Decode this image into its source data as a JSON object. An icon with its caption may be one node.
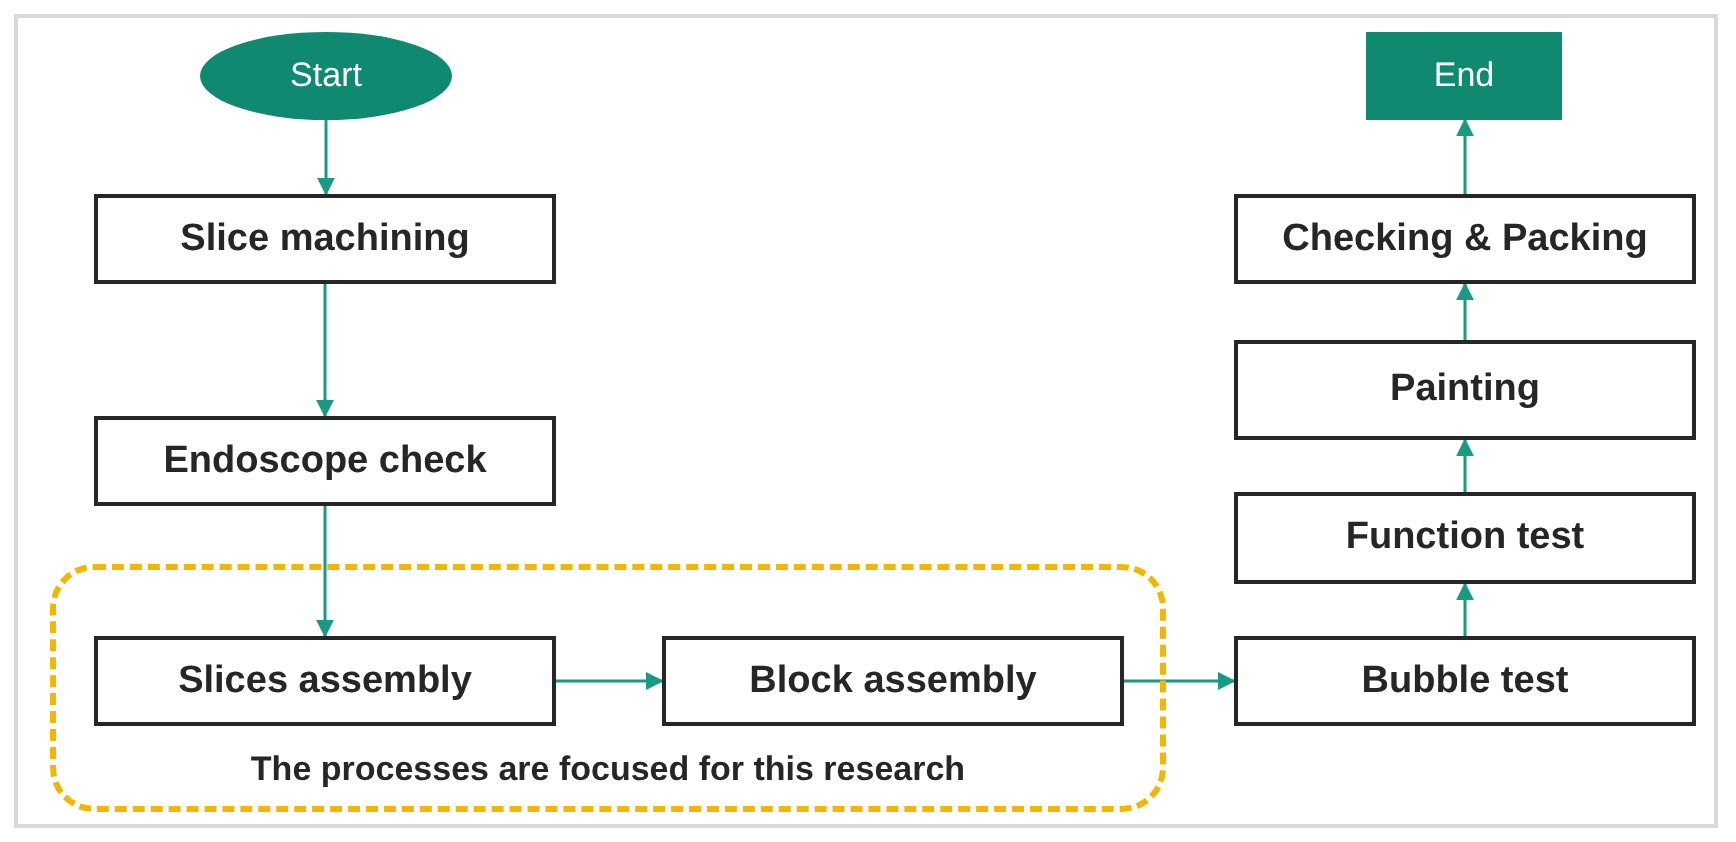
{
  "diagram": {
    "nodes": [
      {
        "text": [
          "Start"
        ]
      },
      {
        "text": [
          "Slice machining"
        ]
      },
      {
        "text": [
          "Endoscope check"
        ]
      },
      {
        "text": [
          "The processes are focused for this research"
        ]
      },
      {
        "text": [
          "Slices assembly"
        ],
        "in": 3
      },
      {
        "text": [
          "Block assembly"
        ],
        "in": 3
      },
      {
        "text": [
          "Bubble test"
        ]
      },
      {
        "text": [
          "Function test"
        ]
      },
      {
        "text": [
          "Painting"
        ]
      },
      {
        "text": [
          "Checking & Packing"
        ]
      },
      {
        "text": [
          "End"
        ]
      }
    ],
    "edges": [
      {
        "from": 0,
        "to": 1,
        "arrow": "to"
      },
      {
        "from": 1,
        "to": 2,
        "arrow": "to"
      },
      {
        "from": 2,
        "to": 4,
        "arrow": "to"
      },
      {
        "from": 4,
        "to": 5,
        "arrow": "to"
      },
      {
        "from": 5,
        "to": 6,
        "arrow": "to"
      },
      {
        "from": 6,
        "to": 7,
        "arrow": "to"
      },
      {
        "from": 7,
        "to": 8,
        "arrow": "to"
      },
      {
        "from": 8,
        "to": 9,
        "arrow": "to"
      },
      {
        "from": 9,
        "to": 10,
        "arrow": "to"
      }
    ]
  }
}
